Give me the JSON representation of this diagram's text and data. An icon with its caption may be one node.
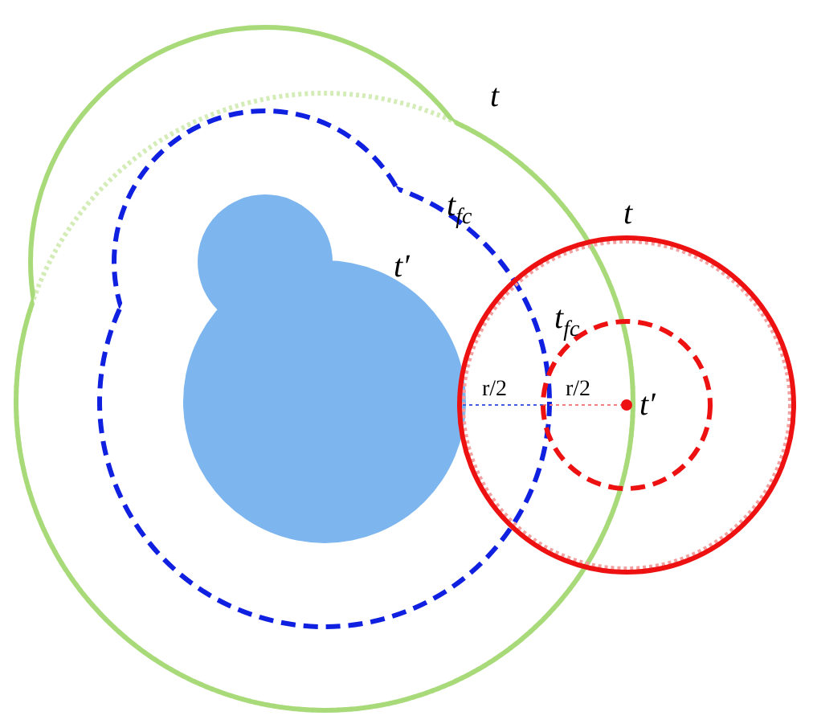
{
  "diagram": {
    "labels": [
      "t",
      "t$_{fc}$",
      "t",
      "t′",
      "t$_{fc}$",
      "r/2",
      "r/2",
      "t′"
    ]
  }
}
